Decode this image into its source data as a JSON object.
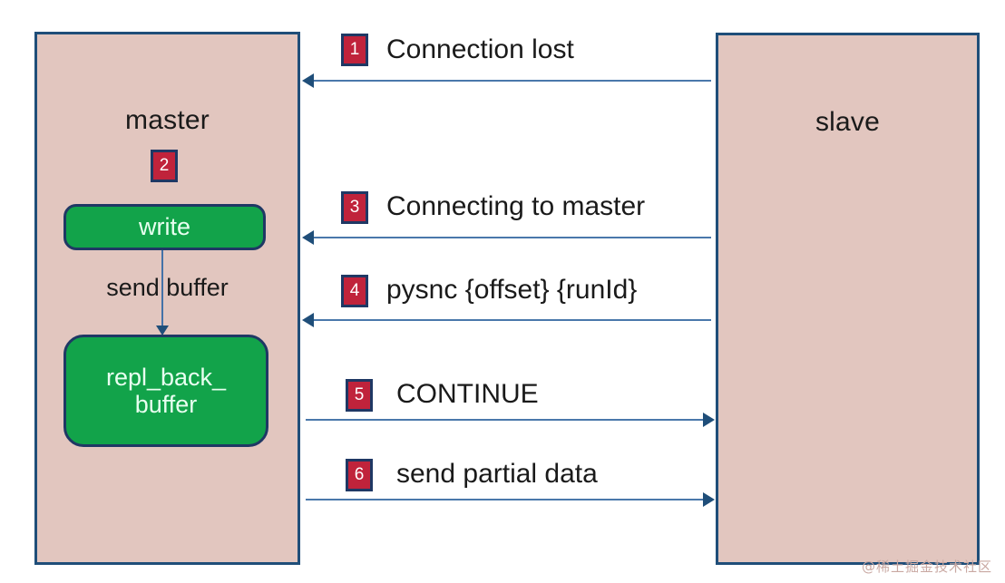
{
  "diagram": {
    "title": "Redis master-slave partial resynchronization sequence",
    "type": "sequence-diagram",
    "colors": {
      "participant_fill": "#e2c6bf",
      "participant_border": "#1f4e79",
      "process_fill": "#12a34a",
      "process_border": "#1f3864",
      "badge_fill": "#c0233b",
      "badge_border": "#1f3864",
      "arrow": "#4a78ab",
      "background": "#ffffff"
    }
  },
  "participants": [
    {
      "id": "master",
      "label": "master"
    },
    {
      "id": "slave",
      "label": "slave"
    }
  ],
  "master_internals": {
    "step_badge": "2",
    "write_box_label": "write",
    "flow_label": "send buffer",
    "buffer_box_label": "repl_back_\nbuffer",
    "buffer_box_line1": "repl_back_",
    "buffer_box_line2": "buffer"
  },
  "messages": [
    {
      "number": "1",
      "label": "Connection lost",
      "direction": "left"
    },
    {
      "number": "3",
      "label": "Connecting to master",
      "direction": "left"
    },
    {
      "number": "4",
      "label": "pysnc {offset} {runId}",
      "direction": "left"
    },
    {
      "number": "5",
      "label": "CONTINUE",
      "direction": "right"
    },
    {
      "number": "6",
      "label": "send partial data",
      "direction": "right"
    }
  ],
  "watermark": "@稀土掘金技术社区"
}
